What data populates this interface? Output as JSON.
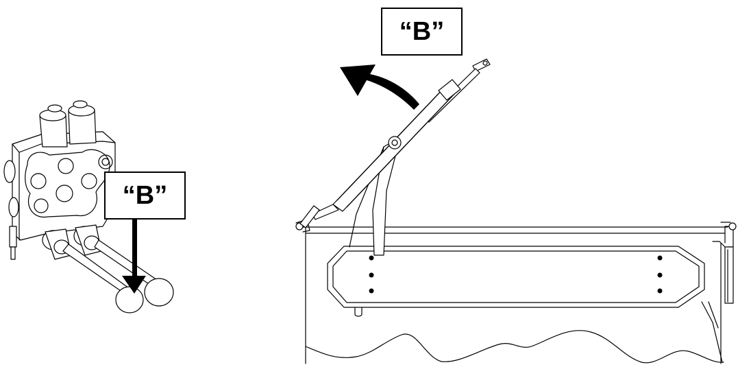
{
  "labels": {
    "valve_callout": "“B”",
    "cylinder_callout": "“B”"
  },
  "colors": {
    "line": "#000000",
    "background": "#ffffff"
  },
  "figures": {
    "left": "control-valve-with-levers",
    "right": "hydraulic-cylinder-on-box-frame"
  }
}
